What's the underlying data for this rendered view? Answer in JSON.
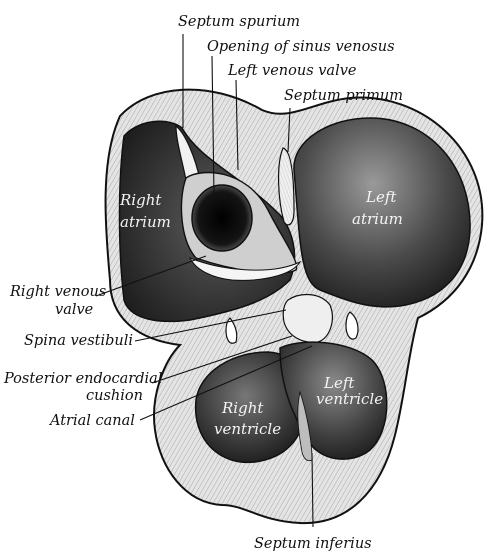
{
  "figure": {
    "labels": {
      "septum_spurium": "Septum spurium",
      "opening_sinus_venosus": "Opening of sinus venosus",
      "left_venous_valve": "Left venous valve",
      "septum_primum": "Septum primum",
      "right_atrium_1": "Right",
      "right_atrium_2": "atrium",
      "left_atrium_1": "Left",
      "left_atrium_2": "atrium",
      "right_venous_valve_1": "Right venous",
      "right_venous_valve_2": "valve",
      "spina_vestibuli": "Spina vestibuli",
      "posterior_cushion_1": "Posterior endocardial",
      "posterior_cushion_2": "cushion",
      "atrial_canal": "Atrial canal",
      "right_ventricle_1": "Right",
      "right_ventricle_2": "ventricle",
      "left_ventricle_1": "Left",
      "left_ventricle_2": "ventricle",
      "septum_inferius": "Septum inferius"
    }
  }
}
